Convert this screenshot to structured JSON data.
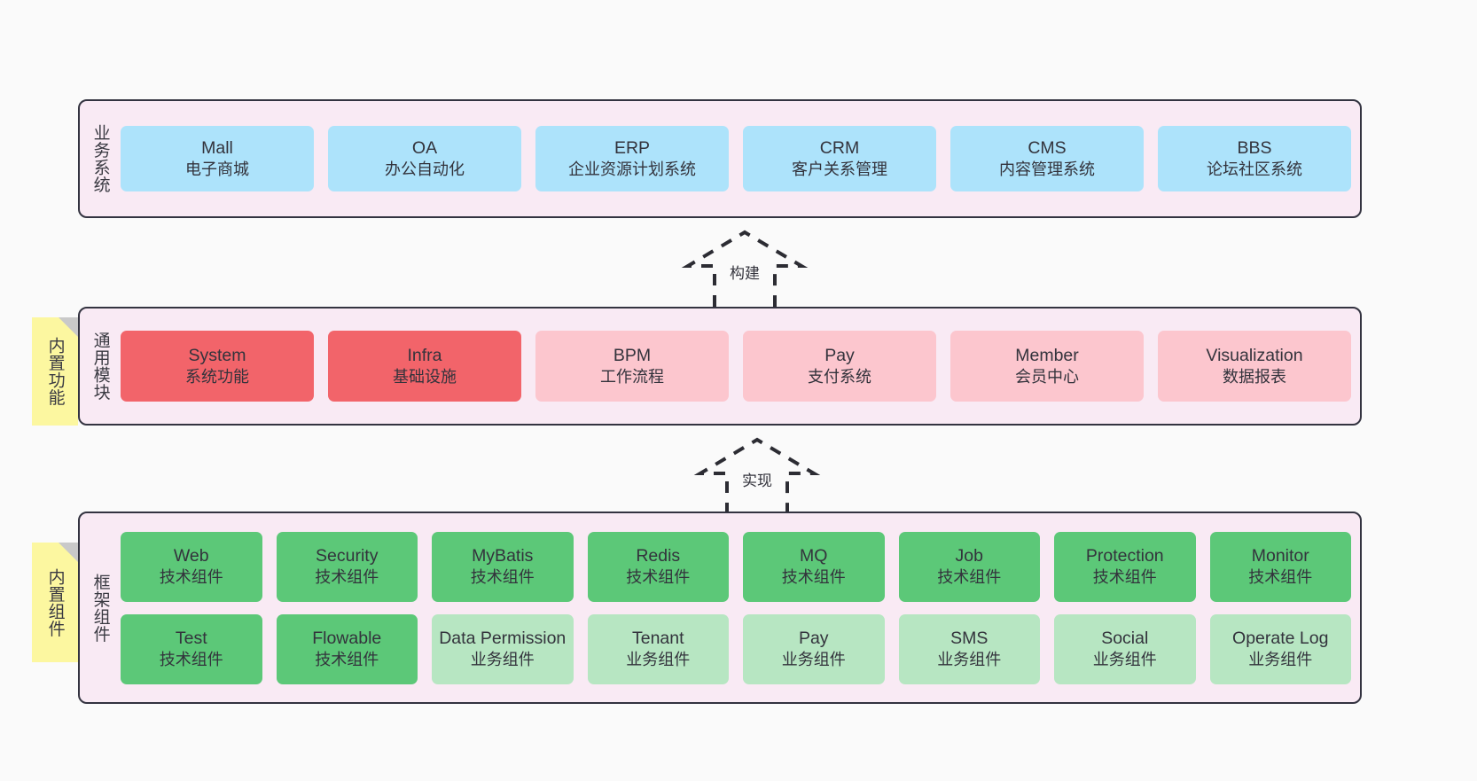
{
  "diagram": {
    "background_color": "#fafafa",
    "band_color": "#f9eaf4",
    "border_color": "#333340"
  },
  "layers": [
    {
      "id": "business",
      "label": "业务系统",
      "card_color": "#ade3fb",
      "cards": [
        {
          "name": "Mall",
          "desc": "电子商城"
        },
        {
          "name": "OA",
          "desc": "办公自动化"
        },
        {
          "name": "ERP",
          "desc": "企业资源计划系统"
        },
        {
          "name": "CRM",
          "desc": "客户关系管理"
        },
        {
          "name": "CMS",
          "desc": "内容管理系统"
        },
        {
          "name": "BBS",
          "desc": "论坛社区系统"
        }
      ]
    },
    {
      "id": "common",
      "label": "通用模块",
      "sticky": "内置功能",
      "cards": [
        {
          "name": "System",
          "desc": "系统功能",
          "color": "#f2646a"
        },
        {
          "name": "Infra",
          "desc": "基础设施",
          "color": "#f2646a"
        },
        {
          "name": "BPM",
          "desc": "工作流程",
          "color": "#fcc6ce"
        },
        {
          "name": "Pay",
          "desc": "支付系统",
          "color": "#fcc6ce"
        },
        {
          "name": "Member",
          "desc": "会员中心",
          "color": "#fcc6ce"
        },
        {
          "name": "Visualization",
          "desc": "数据报表",
          "color": "#fcc6ce"
        }
      ]
    },
    {
      "id": "framework",
      "label": "框架组件",
      "sticky": "内置组件",
      "rows": [
        [
          {
            "name": "Web",
            "desc": "技术组件",
            "color": "#5cc878"
          },
          {
            "name": "Security",
            "desc": "技术组件",
            "color": "#5cc878"
          },
          {
            "name": "MyBatis",
            "desc": "技术组件",
            "color": "#5cc878"
          },
          {
            "name": "Redis",
            "desc": "技术组件",
            "color": "#5cc878"
          },
          {
            "name": "MQ",
            "desc": "技术组件",
            "color": "#5cc878"
          },
          {
            "name": "Job",
            "desc": "技术组件",
            "color": "#5cc878"
          },
          {
            "name": "Protection",
            "desc": "技术组件",
            "color": "#5cc878"
          },
          {
            "name": "Monitor",
            "desc": "技术组件",
            "color": "#5cc878"
          }
        ],
        [
          {
            "name": "Test",
            "desc": "技术组件",
            "color": "#5cc878"
          },
          {
            "name": "Flowable",
            "desc": "技术组件",
            "color": "#5cc878"
          },
          {
            "name": "Data Permission",
            "desc": "业务组件",
            "color": "#b7e6c2"
          },
          {
            "name": "Tenant",
            "desc": "业务组件",
            "color": "#b7e6c2"
          },
          {
            "name": "Pay",
            "desc": "业务组件",
            "color": "#b7e6c2"
          },
          {
            "name": "SMS",
            "desc": "业务组件",
            "color": "#b7e6c2"
          },
          {
            "name": "Social",
            "desc": "业务组件",
            "color": "#b7e6c2"
          },
          {
            "name": "Operate Log",
            "desc": "业务组件",
            "color": "#b7e6c2"
          }
        ]
      ]
    }
  ],
  "connectors": [
    {
      "id": "build",
      "label": "构建"
    },
    {
      "id": "implement",
      "label": "实现"
    }
  ]
}
